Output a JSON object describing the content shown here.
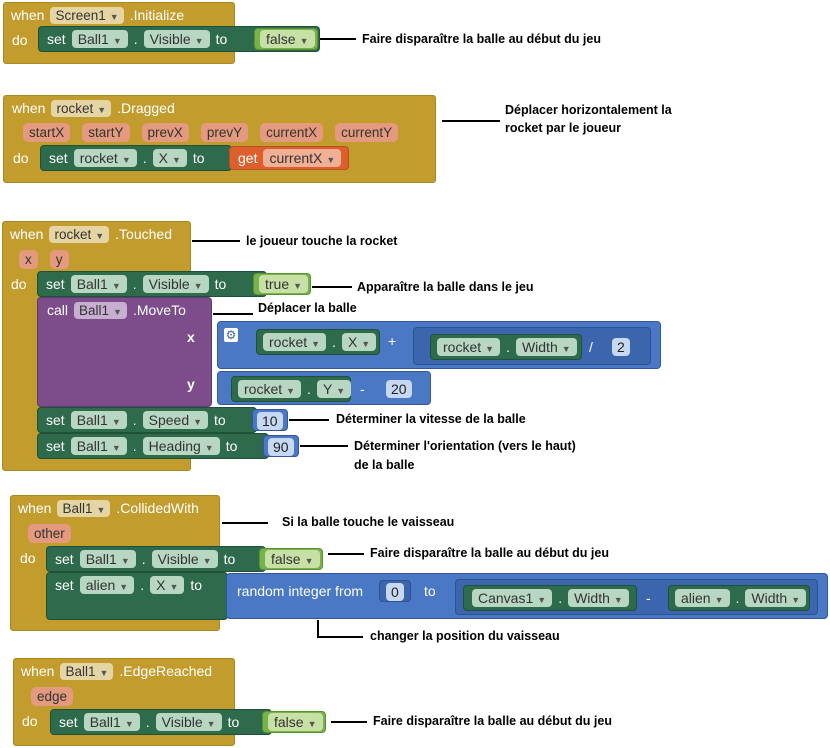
{
  "kw": {
    "when": "when",
    "do": "do",
    "set": "set",
    "to": "to",
    "get": "get",
    "call": "call",
    "dot": ".",
    "x": "x",
    "y": "y"
  },
  "b1": {
    "component": "Screen1",
    "event": ".Initialize",
    "target": "Ball1",
    "prop": "Visible",
    "value": "false",
    "annotation": "Faire disparaître la balle au début du jeu"
  },
  "b2": {
    "component": "rocket",
    "event": ".Dragged",
    "params": [
      "startX",
      "startY",
      "prevX",
      "prevY",
      "currentX",
      "currentY"
    ],
    "target": "rocket",
    "prop": "X",
    "get_var": "currentX",
    "annotation_line1": "Déplacer horizontalement la",
    "annotation_line2": "rocket par le joueur"
  },
  "b3": {
    "component": "rocket",
    "event": ".Touched",
    "params": [
      "x",
      "y"
    ],
    "set1": {
      "target": "Ball1",
      "prop": "Visible",
      "value": "true"
    },
    "call_target": "Ball1",
    "method": ".MoveTo",
    "x_expr": {
      "a_comp": "rocket",
      "a_prop": "X",
      "op": "+",
      "b_comp": "rocket",
      "b_prop": "Width",
      "div": "/",
      "divisor": "2"
    },
    "y_expr": {
      "comp": "rocket",
      "prop": "Y",
      "op": "-",
      "value": "20"
    },
    "set2": {
      "target": "Ball1",
      "prop": "Speed",
      "value": "10"
    },
    "set3": {
      "target": "Ball1",
      "prop": "Heading",
      "value": "90"
    },
    "ann_touch": "le joueur touche la rocket",
    "ann_visible": "Apparaître la balle dans le jeu",
    "ann_move": "Déplacer la balle",
    "ann_speed": "Déterminer la vitesse de la balle",
    "ann_heading1": "Déterminer l'orientation (vers le haut)",
    "ann_heading2": "de la balle"
  },
  "b4": {
    "component": "Ball1",
    "event": ".CollidedWith",
    "param": "other",
    "set1": {
      "target": "Ball1",
      "prop": "Visible",
      "value": "false"
    },
    "set2": {
      "target": "alien",
      "prop": "X"
    },
    "random_label": "random integer from",
    "from": "0",
    "range_to": "to",
    "to_expr": {
      "a_comp": "Canvas1",
      "a_prop": "Width",
      "op": "-",
      "b_comp": "alien",
      "b_prop": "Width"
    },
    "ann_collide": "Si la balle touche le vaisseau",
    "ann_visible": "Faire disparaître la balle au début du jeu",
    "ann_position": "changer la position du vaisseau"
  },
  "b5": {
    "component": "Ball1",
    "event": ".EdgeReached",
    "param": "edge",
    "target": "Ball1",
    "prop": "Visible",
    "value": "false",
    "annotation": "Faire disparaître la balle au début du jeu"
  },
  "colors": {
    "event": "#c39c2e",
    "setter": "#2e6a4c",
    "logic": "#78b24a",
    "math": "#4a78c4",
    "variable": "#dd5f2d",
    "method": "#7c4d8a"
  }
}
